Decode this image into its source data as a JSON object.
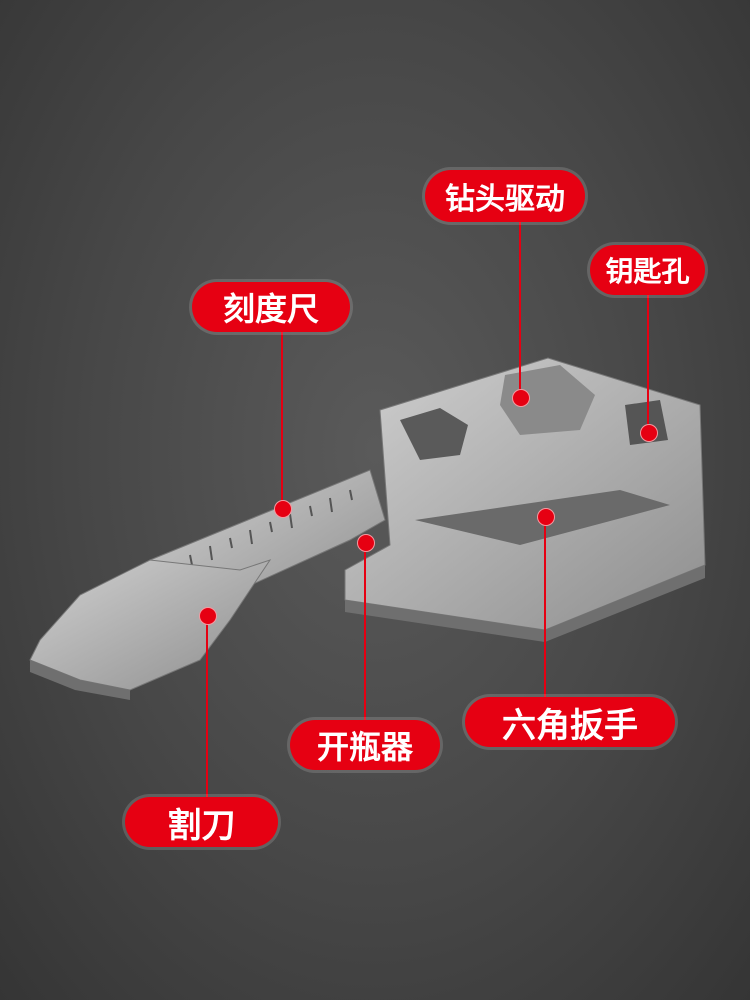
{
  "labels": {
    "drill_drive": "钻头驱动",
    "keyhole": "钥匙孔",
    "ruler": "刻度尺",
    "hex_wrench": "六角扳手",
    "bottle_opener": "开瓶器",
    "cutter": "割刀"
  },
  "colors": {
    "accent": "#e60012",
    "background": "#474747",
    "metal": "#b8b8b8"
  }
}
